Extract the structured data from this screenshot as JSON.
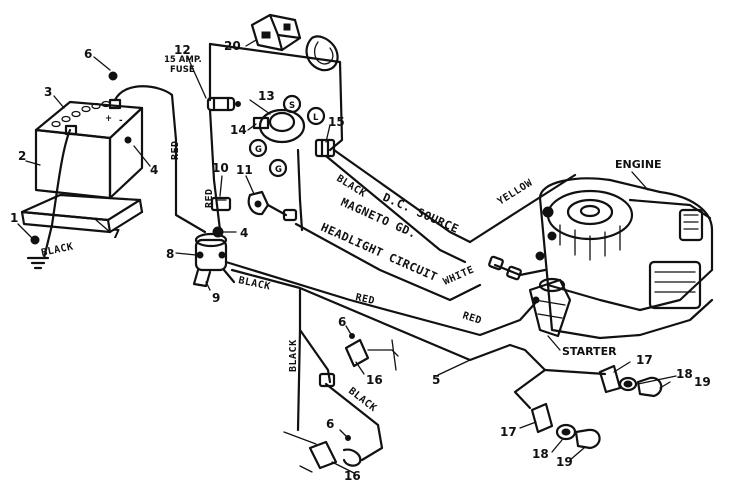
{
  "wire_labels": {
    "black_ground": "BLACK",
    "red_battery": "RED",
    "red_solenoid": "RED",
    "black_main": "BLACK",
    "black_dc": "BLACK",
    "dc_source": "D.C. SOURCE",
    "yellow": "YELLOW",
    "magneto": "MAGNETO GD.",
    "headlight": "HEADLIGHT CIRCUIT",
    "white": "WHITE",
    "red_lower": "RED",
    "red_right": "RED",
    "black_vertical": "BLACK",
    "black_lower": "BLACK"
  },
  "component_labels": {
    "engine": "ENGINE",
    "starter": "STARTER",
    "fuse_amp": "15 AMP.",
    "fuse": "FUSE",
    "plus_terminal": "+",
    "minus_terminal": "-",
    "ignition_s": "S",
    "ignition_g_top": "G",
    "ignition_g_bottom": "G",
    "ignition_l": "L"
  },
  "callouts": {
    "c1": "1",
    "c2": "2",
    "c3": "3",
    "c4a": "4",
    "c4b": "4",
    "c5": "5",
    "c6a": "6",
    "c6b": "6",
    "c6c": "6",
    "c7": "7",
    "c8": "8",
    "c9": "9",
    "c10": "10",
    "c11": "11",
    "c12": "12",
    "c13": "13",
    "c14": "14",
    "c15": "15",
    "c16a": "16",
    "c16b": "16",
    "c17a": "17",
    "c17b": "17",
    "c18a": "18",
    "c18b": "18",
    "c19a": "19",
    "c19b": "19",
    "c20": "20"
  }
}
